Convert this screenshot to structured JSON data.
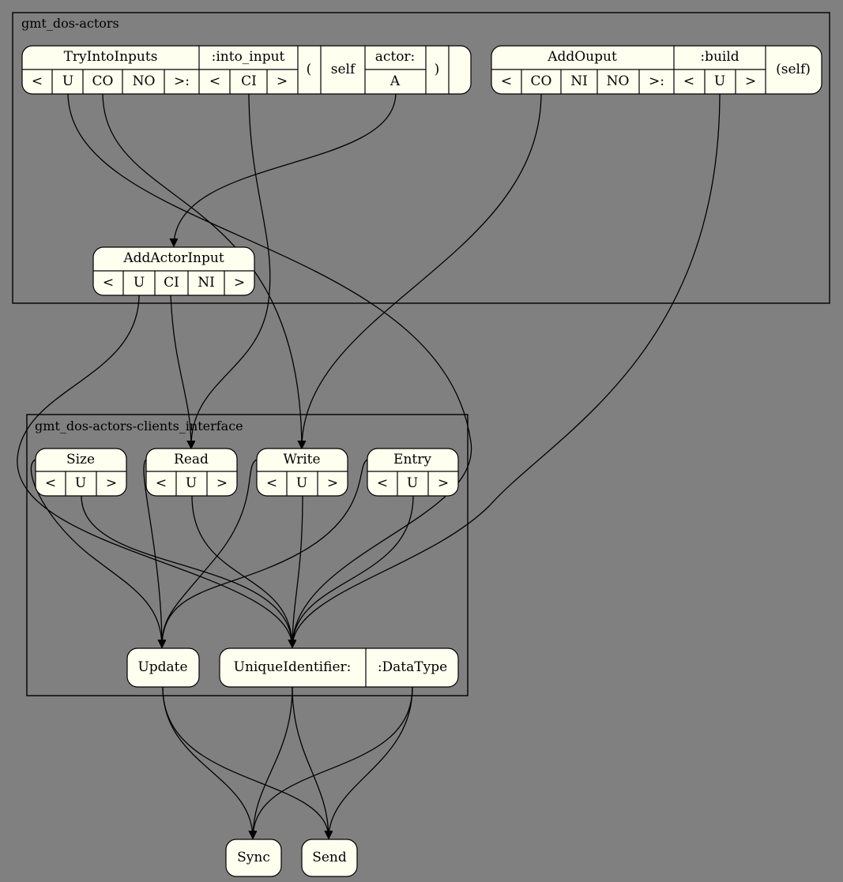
{
  "clusters": {
    "actors": "gmt_dos-actors",
    "clients_interface": "gmt_dos-actors-clients_interface"
  },
  "nodes": {
    "try_into_inputs": {
      "title": "TryIntoInputs",
      "params": [
        "<",
        "U",
        "CO",
        "NO",
        ">:"
      ],
      "into_input": ":into_input",
      "into_params": [
        "<",
        "CI",
        ">"
      ],
      "open_paren": "(",
      "self": "self",
      "actor": "actor:",
      "actor_type": "A",
      "close_paren": ")"
    },
    "add_output": {
      "title": "AddOuput",
      "params": [
        "<",
        "CO",
        "NI",
        "NO",
        ">:"
      ],
      "build": ":build",
      "build_params": [
        "<",
        "U",
        ">"
      ],
      "self_call": "(self)"
    },
    "add_actor_input": {
      "title": "AddActorInput",
      "params": [
        "<",
        "U",
        "CI",
        "NI",
        ">"
      ]
    },
    "size": {
      "title": "Size",
      "params": [
        "<",
        "U",
        ">"
      ]
    },
    "read": {
      "title": "Read",
      "params": [
        "<",
        "U",
        ">"
      ]
    },
    "write": {
      "title": "Write",
      "params": [
        "<",
        "U",
        ">"
      ]
    },
    "entry": {
      "title": "Entry",
      "params": [
        "<",
        "U",
        ">"
      ]
    },
    "update": {
      "title": "Update"
    },
    "unique_identifier": {
      "title": "UniqueIdentifier:",
      "data_type": ":DataType"
    },
    "sync": {
      "title": "Sync"
    },
    "send": {
      "title": "Send"
    }
  }
}
